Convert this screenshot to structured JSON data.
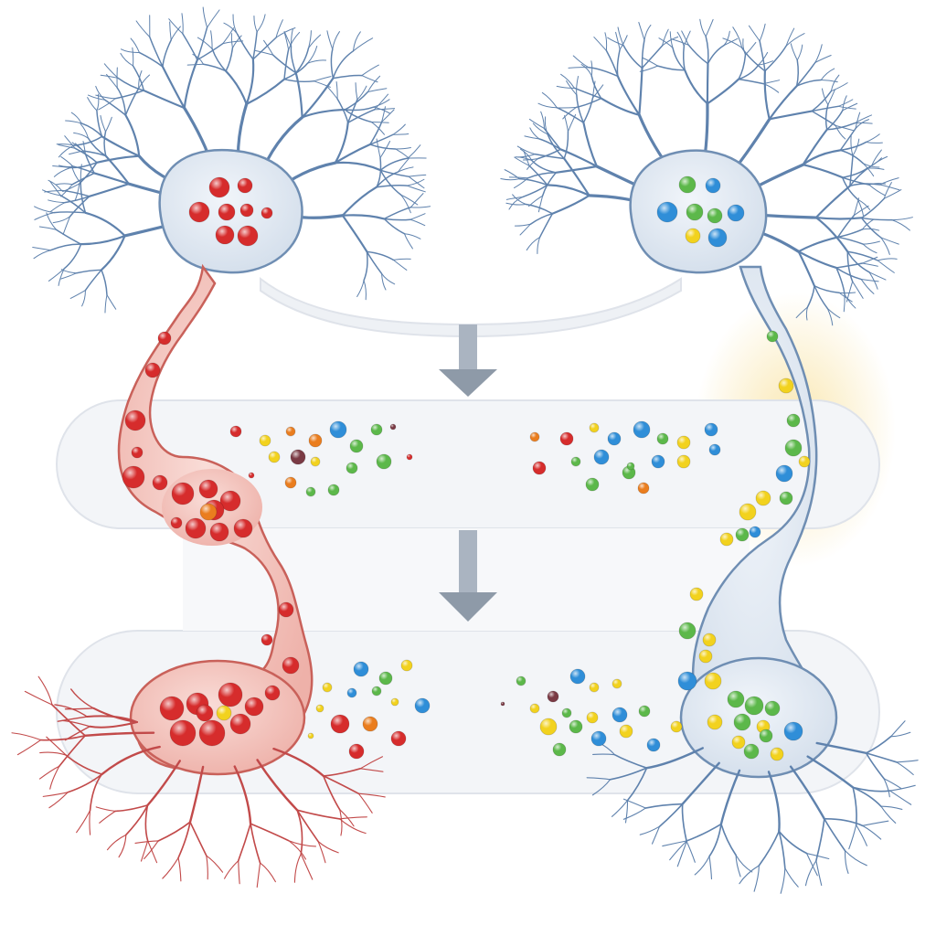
{
  "diagram": {
    "labels": [],
    "colors": {
      "background": "#ffffff",
      "band_fill": "#f3f5f8",
      "band_stroke": "#dfe3ea",
      "arrow": "#8e9aa8",
      "red_neuron_fill": "#f2c4be",
      "red_neuron_stroke": "#c9615a",
      "red_branch": "#c24a4a",
      "blue_neuron_fill": "#dfe7f0",
      "blue_neuron_stroke": "#6f8eb3",
      "blue_branch": "#5f82ad",
      "glow": "#f7dc8c",
      "particle_red": "#d62c2c",
      "particle_blue": "#2f8ed8",
      "particle_green": "#5cb84a",
      "particle_yellow": "#f2d21e",
      "particle_orange": "#ea7d1e",
      "particle_dark": "#7a3a44"
    },
    "icons": [
      "neuron-cell-body",
      "axon",
      "axon-terminal",
      "vesicle",
      "down-arrow"
    ]
  }
}
